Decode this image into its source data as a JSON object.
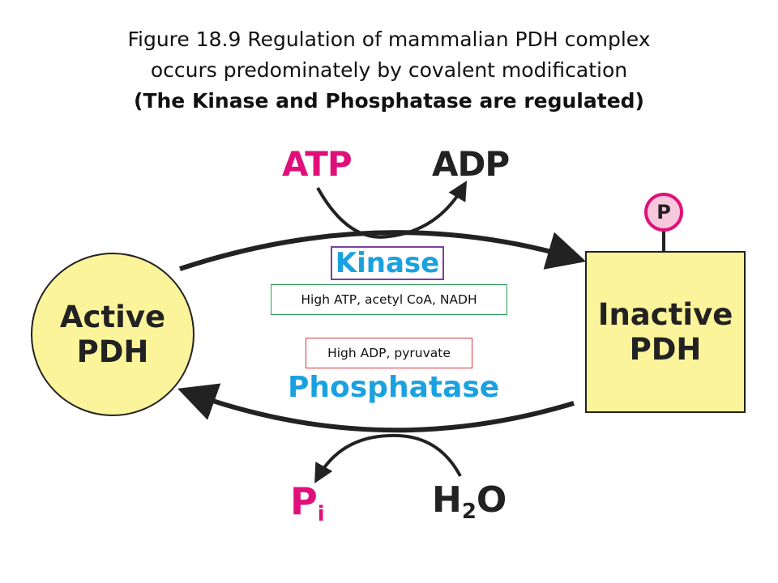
{
  "title": {
    "line1": "Figure 18.9  Regulation of mammalian PDH complex",
    "line2": "occurs predominately by covalent modification",
    "line3": "(The Kinase and Phosphatase are regulated)"
  },
  "nodes": {
    "active": {
      "line1": "Active",
      "line2": "PDH"
    },
    "inactive": {
      "line1": "Inactive",
      "line2": "PDH"
    },
    "phosphate_badge": "P"
  },
  "reactants": {
    "atp": "ATP",
    "adp": "ADP",
    "pi_main": "P",
    "pi_sub": "i",
    "h2o_h": "H",
    "h2o_sub": "2",
    "h2o_o": "O"
  },
  "enzymes": {
    "kinase": "Kinase",
    "phosphatase": "Phosphatase"
  },
  "regulators": {
    "kinase_activators": "High ATP, acetyl CoA, NADH",
    "phosphatase_activators": "High ADP, pyruvate"
  },
  "colors": {
    "node_fill": "#fbf49a",
    "magenta": "#e0107a",
    "enzyme_blue": "#1aa1e0",
    "kinase_box_border": "#7b3fa0",
    "activator_box_border": "#2e9a56",
    "phosphatase_box_border": "#d9363e"
  }
}
